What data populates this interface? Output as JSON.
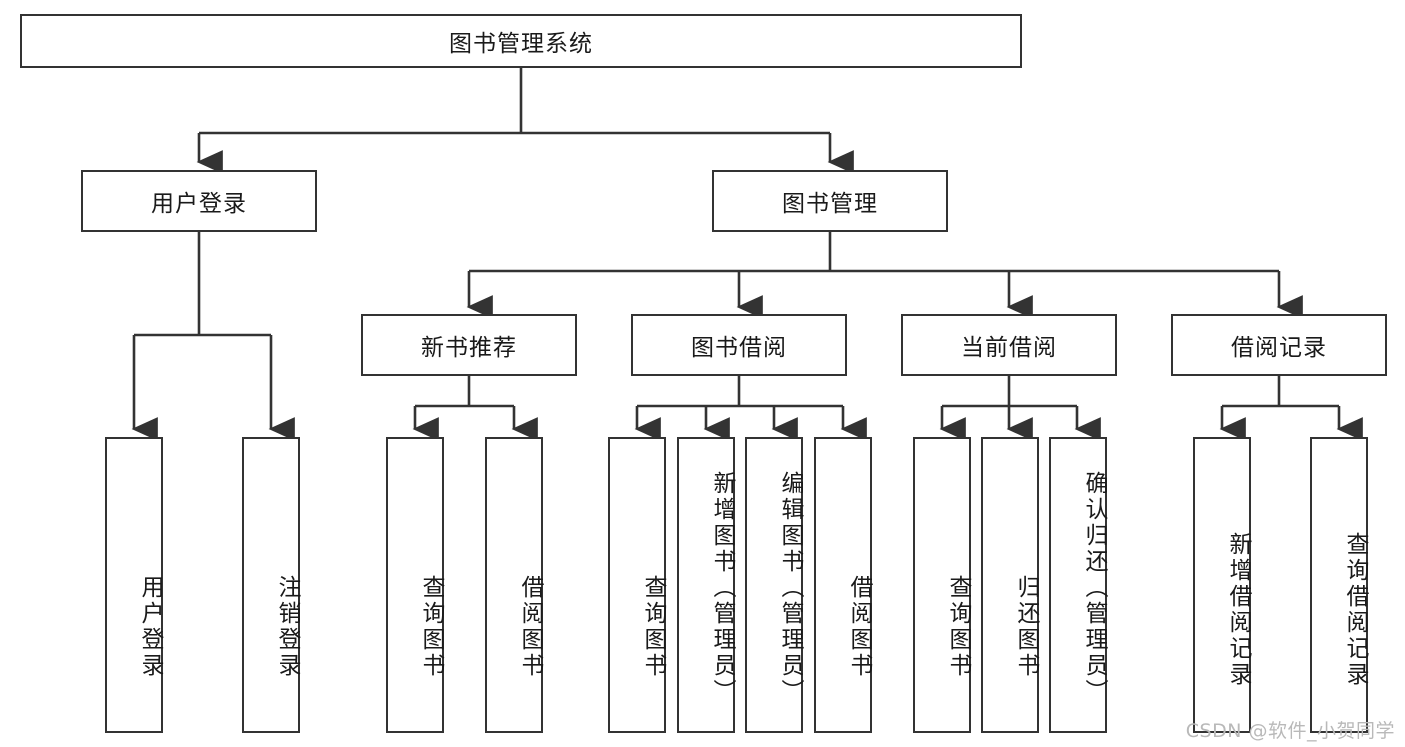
{
  "diagram": {
    "title": "图书管理系统",
    "root": {
      "id": "root",
      "label": "图书管理系统"
    },
    "level2": [
      {
        "id": "user-login",
        "label": "用户登录"
      },
      {
        "id": "book-management",
        "label": "图书管理"
      }
    ],
    "level3": [
      {
        "id": "new-book-recommend",
        "label": "新书推荐",
        "parent": "book-management"
      },
      {
        "id": "book-borrow",
        "label": "图书借阅",
        "parent": "book-management"
      },
      {
        "id": "current-borrow",
        "label": "当前借阅",
        "parent": "book-management"
      },
      {
        "id": "borrow-record",
        "label": "借阅记录",
        "parent": "book-management"
      }
    ],
    "leaves": [
      {
        "id": "leaf-user-login",
        "label": "用户登录",
        "parent": "user-login"
      },
      {
        "id": "leaf-logout",
        "label": "注销登录",
        "parent": "user-login"
      },
      {
        "id": "leaf-query-book-1",
        "label": "查询图书",
        "parent": "new-book-recommend"
      },
      {
        "id": "leaf-borrow-book-1",
        "label": "借阅图书",
        "parent": "new-book-recommend"
      },
      {
        "id": "leaf-query-book-2",
        "label": "查询图书",
        "parent": "book-borrow"
      },
      {
        "id": "leaf-add-book",
        "label": "新增图书（管理员）",
        "parent": "book-borrow"
      },
      {
        "id": "leaf-edit-book",
        "label": "编辑图书（管理员）",
        "parent": "book-borrow"
      },
      {
        "id": "leaf-borrow-book-2",
        "label": "借阅图书",
        "parent": "book-borrow"
      },
      {
        "id": "leaf-query-book-3",
        "label": "查询图书",
        "parent": "current-borrow"
      },
      {
        "id": "leaf-return-book",
        "label": "归还图书",
        "parent": "current-borrow"
      },
      {
        "id": "leaf-confirm-return",
        "label": "确认归还（管理员）",
        "parent": "current-borrow"
      },
      {
        "id": "leaf-add-record",
        "label": "新增借阅记录",
        "parent": "borrow-record"
      },
      {
        "id": "leaf-query-record",
        "label": "查询借阅记录",
        "parent": "borrow-record"
      }
    ],
    "colors": {
      "box_border": "#333333",
      "box_fill": "#ffffff",
      "edge": "#333333",
      "text": "#1a1a1a",
      "watermark": "#b9b9b9"
    }
  },
  "watermark": {
    "text": "CSDN @软件_小贺同学"
  }
}
